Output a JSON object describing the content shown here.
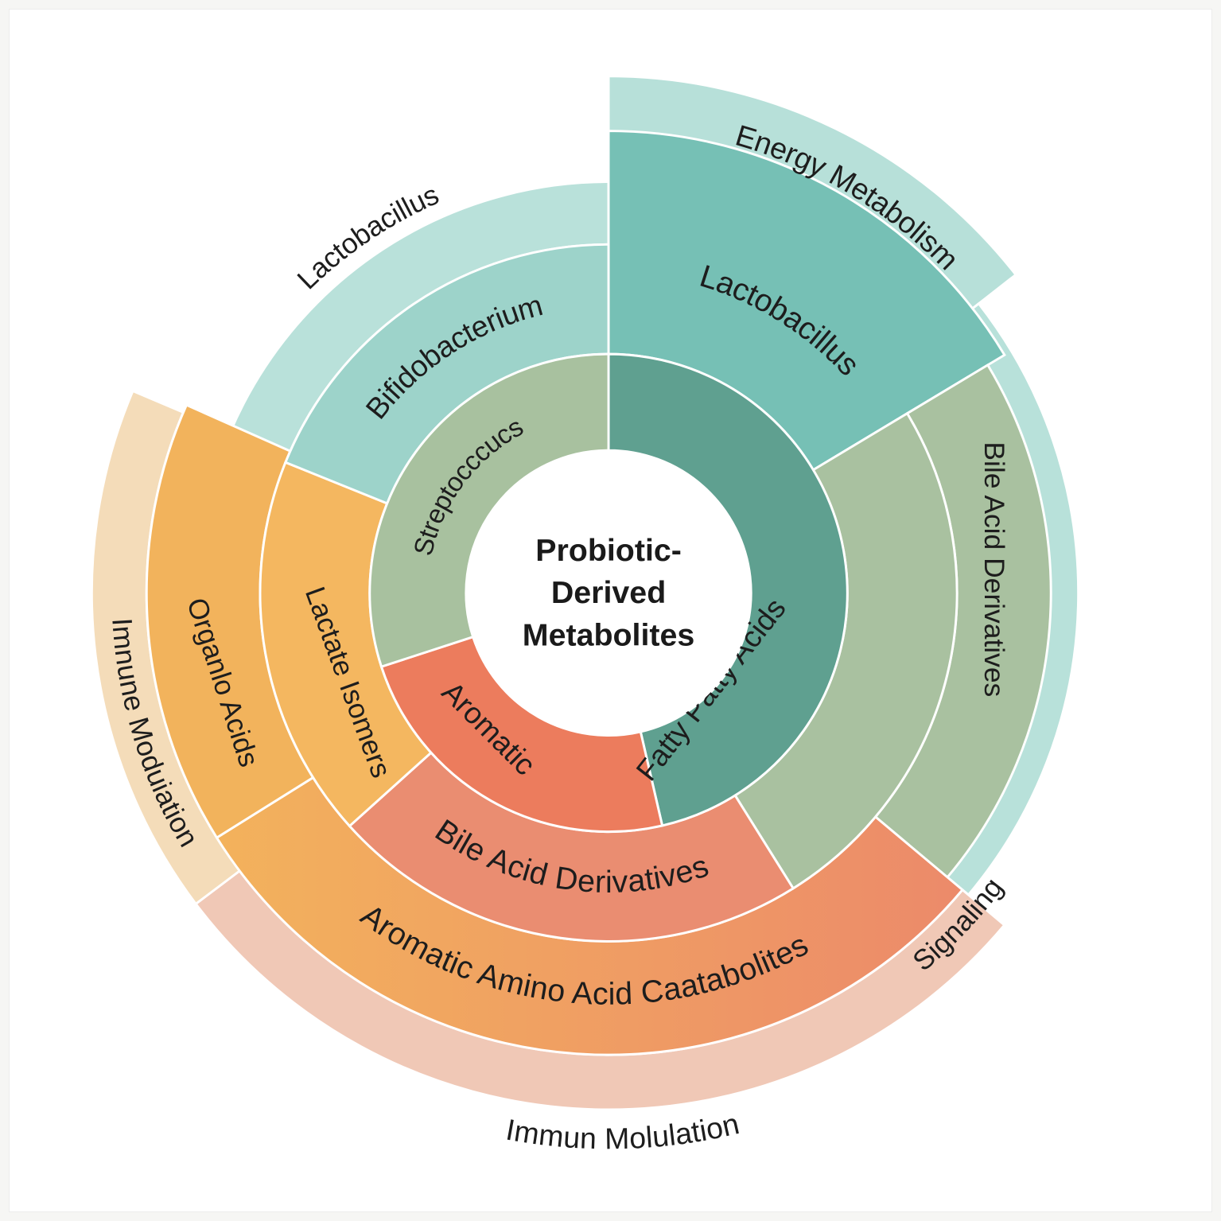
{
  "center": {
    "lines": [
      "Probiotic-",
      "Derived",
      "Metabolites"
    ]
  },
  "colors": {
    "teal_dark": "#63a38b",
    "teal_mid": "#72bdb4",
    "teal_light": "#9fd3cb",
    "teal_pale": "#b8e1da",
    "sage": "#a9c1a0",
    "coral": "#ec7d5e",
    "salmon": "#eb8f72",
    "orange": "#f2b25d",
    "orange_pale": "#f4ddbb",
    "peach_pale": "#f0cbb9"
  },
  "diagram": {
    "segments": [
      {
        "id": "fatty-acids",
        "label": "Fatty Patty Acids",
        "color": "#5fa090"
      },
      {
        "id": "aromatic",
        "label": "Aromatic",
        "color": "#ec7c5d"
      },
      {
        "id": "streptococcus",
        "label": "Streptocccucs",
        "color": "#a8c19f"
      },
      {
        "id": "lactobacillus-inner",
        "label": "Lactobacillus",
        "color": "#76c0b5"
      },
      {
        "id": "bile-right",
        "label": "Bile Acid Derivatives",
        "color": "#a9c1a0"
      },
      {
        "id": "bile-bottom",
        "label": "Bile Acid Derivatives",
        "color": "#ea8d71"
      },
      {
        "id": "lactate",
        "label": "Lactate Isomers",
        "color": "#f4b760"
      },
      {
        "id": "bifido",
        "label": "Bifidobacterium",
        "color": "#9dd3ca"
      },
      {
        "id": "organic",
        "label": "Organlo Acids",
        "color": "#f2b35c"
      },
      {
        "id": "aromatic-amino",
        "label": "Aromatic Amino Acid Caatabolites",
        "color": "#f0a166"
      },
      {
        "id": "lactobacillus-outer",
        "label": "Lactobacillus",
        "color": "#b9e1da"
      },
      {
        "id": "energy",
        "label": "Energy Metabolism",
        "color": "#b7e0d9"
      },
      {
        "id": "signaling",
        "label": "Signaling",
        "color": "#f0cab8"
      },
      {
        "id": "immune-left",
        "label": "Imnune Moduiation",
        "color": "#f4dcb9"
      },
      {
        "id": "immune-bottom",
        "label": "Immun Molulation",
        "color": "#f0c8b6"
      }
    ]
  }
}
